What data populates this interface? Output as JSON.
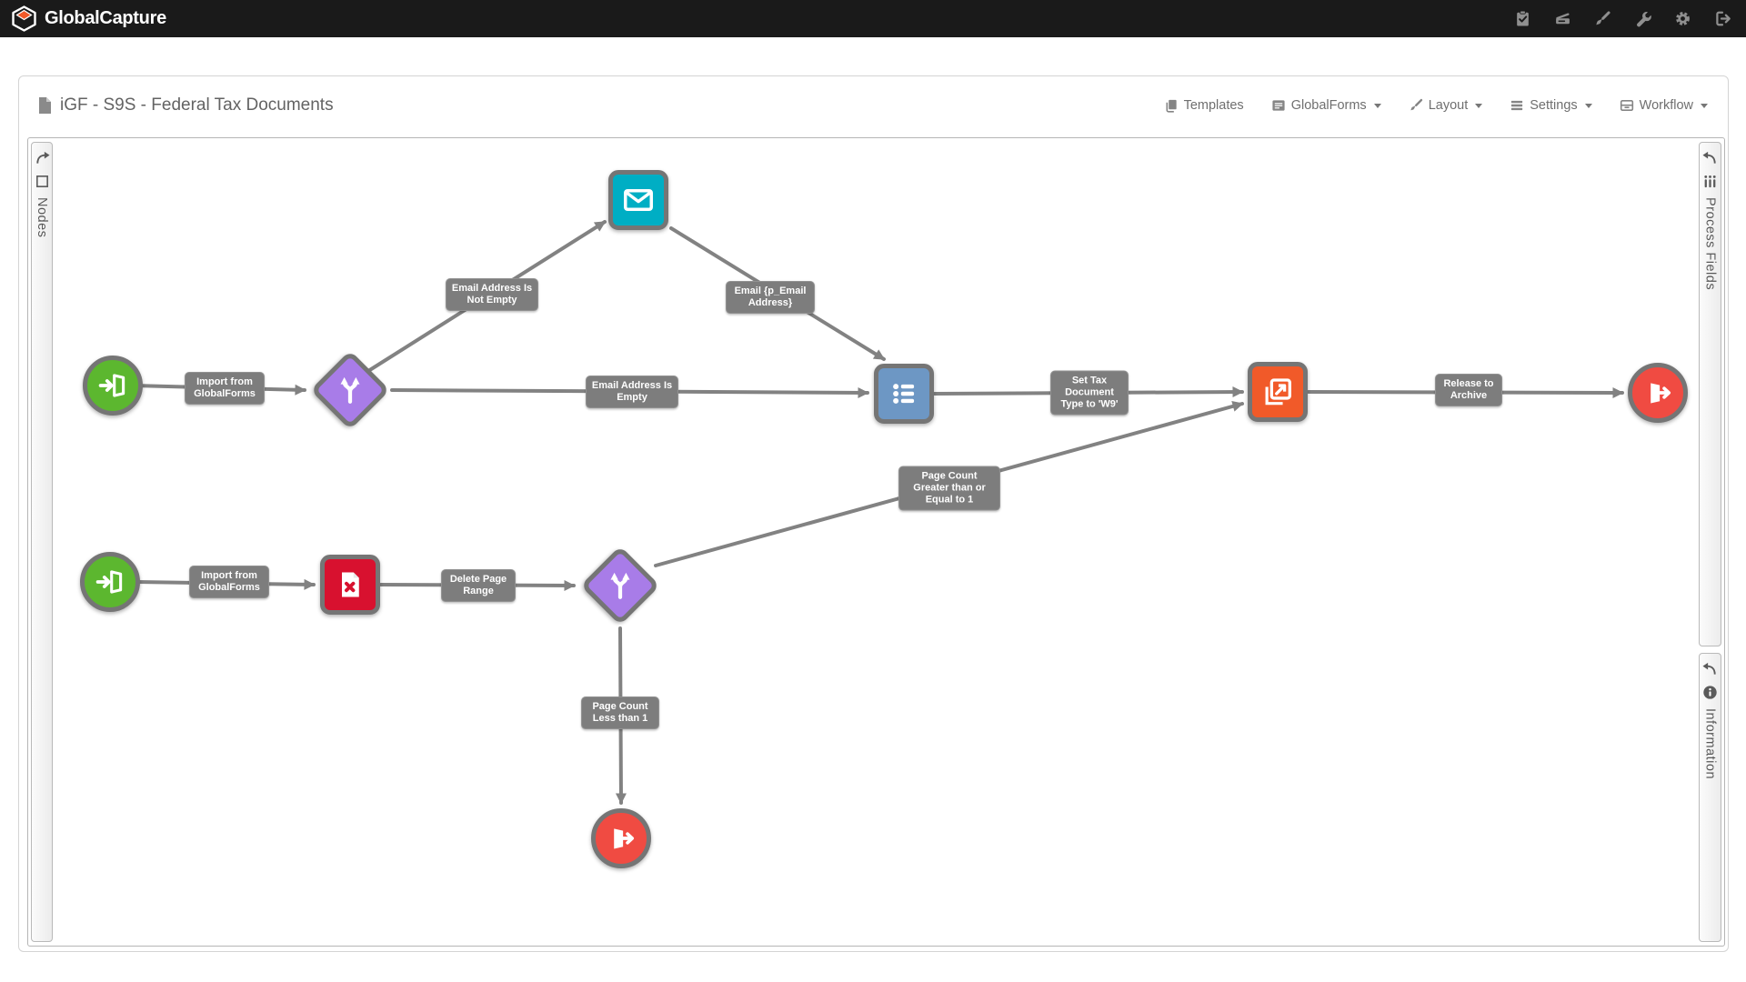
{
  "topbar": {
    "brand": "GlobalCapture",
    "icons": [
      {
        "name": "clipboard-check-icon"
      },
      {
        "name": "scanner-icon"
      },
      {
        "name": "paintbrush-icon"
      },
      {
        "name": "wrench-icon"
      },
      {
        "name": "gear-icon"
      },
      {
        "name": "sign-out-icon"
      }
    ]
  },
  "header": {
    "title": "iGF - S9S - Federal Tax Documents",
    "menus": [
      {
        "label": "Templates",
        "has_dropdown": false
      },
      {
        "label": "GlobalForms",
        "has_dropdown": true
      },
      {
        "label": "Layout",
        "has_dropdown": true
      },
      {
        "label": "Settings",
        "has_dropdown": true
      },
      {
        "label": "Workflow",
        "has_dropdown": true
      }
    ]
  },
  "panels": {
    "nodes_tab": "Nodes",
    "process_fields_tab": "Process Fields",
    "information_tab": "Information"
  },
  "workflow": {
    "nodes": [
      {
        "id": "start-1",
        "type": "import-start",
        "shape": "circle",
        "color": "#5cb72f",
        "icon": "import-door-icon"
      },
      {
        "id": "branch-1",
        "type": "condition-branch",
        "shape": "diamond",
        "color": "#a87ce8",
        "icon": "branch-icon"
      },
      {
        "id": "email-1",
        "type": "send-email",
        "shape": "square",
        "color": "#00aec4",
        "icon": "envelope-icon"
      },
      {
        "id": "index-1",
        "type": "set-fields",
        "shape": "square",
        "color": "#6d97c4",
        "icon": "list-icon"
      },
      {
        "id": "export-1",
        "type": "export-release",
        "shape": "square",
        "color": "#f15a29",
        "icon": "export-icon"
      },
      {
        "id": "end-1",
        "type": "end",
        "shape": "circle",
        "color": "#f04b42",
        "icon": "exit-door-icon"
      },
      {
        "id": "start-2",
        "type": "import-start",
        "shape": "circle",
        "color": "#5cb72f",
        "icon": "import-door-icon"
      },
      {
        "id": "delete-pages-1",
        "type": "delete-page",
        "shape": "square",
        "color": "#d8112f",
        "icon": "document-x-icon"
      },
      {
        "id": "branch-2",
        "type": "condition-branch",
        "shape": "diamond",
        "color": "#a87ce8",
        "icon": "branch-icon"
      },
      {
        "id": "end-2",
        "type": "end",
        "shape": "circle",
        "color": "#f04b42",
        "icon": "exit-door-icon"
      }
    ],
    "edges": [
      {
        "from": "start-1",
        "to": "branch-1",
        "label": "Import from GlobalForms"
      },
      {
        "from": "branch-1",
        "to": "email-1",
        "label": "Email Address Is Not Empty"
      },
      {
        "from": "email-1",
        "to": "index-1",
        "label": "Email {p_Email Address}"
      },
      {
        "from": "branch-1",
        "to": "index-1",
        "label": "Email Address Is Empty"
      },
      {
        "from": "index-1",
        "to": "export-1",
        "label": "Set Tax Document Type to 'W9'"
      },
      {
        "from": "export-1",
        "to": "end-1",
        "label": "Release to Archive"
      },
      {
        "from": "start-2",
        "to": "delete-pages-1",
        "label": "Import from GlobalForms"
      },
      {
        "from": "delete-pages-1",
        "to": "branch-2",
        "label": "Delete Page Range"
      },
      {
        "from": "branch-2",
        "to": "export-1",
        "label": "Page Count Greater than or Equal to 1"
      },
      {
        "from": "branch-2",
        "to": "end-2",
        "label": "Page Count Less than 1"
      }
    ]
  },
  "colors": {
    "topbar_bg": "#1a1a1a",
    "accent_orange": "#f15a29",
    "edge_gray": "#828282",
    "label_bg": "#7d7d7d",
    "node_border": "#757575",
    "node_green": "#5cb72f",
    "node_purple": "#a87ce8",
    "node_teal": "#00aec4",
    "node_blue": "#6d97c4",
    "node_orange": "#f15a29",
    "node_red_square": "#d8112f",
    "node_red_circle": "#f04b42"
  }
}
